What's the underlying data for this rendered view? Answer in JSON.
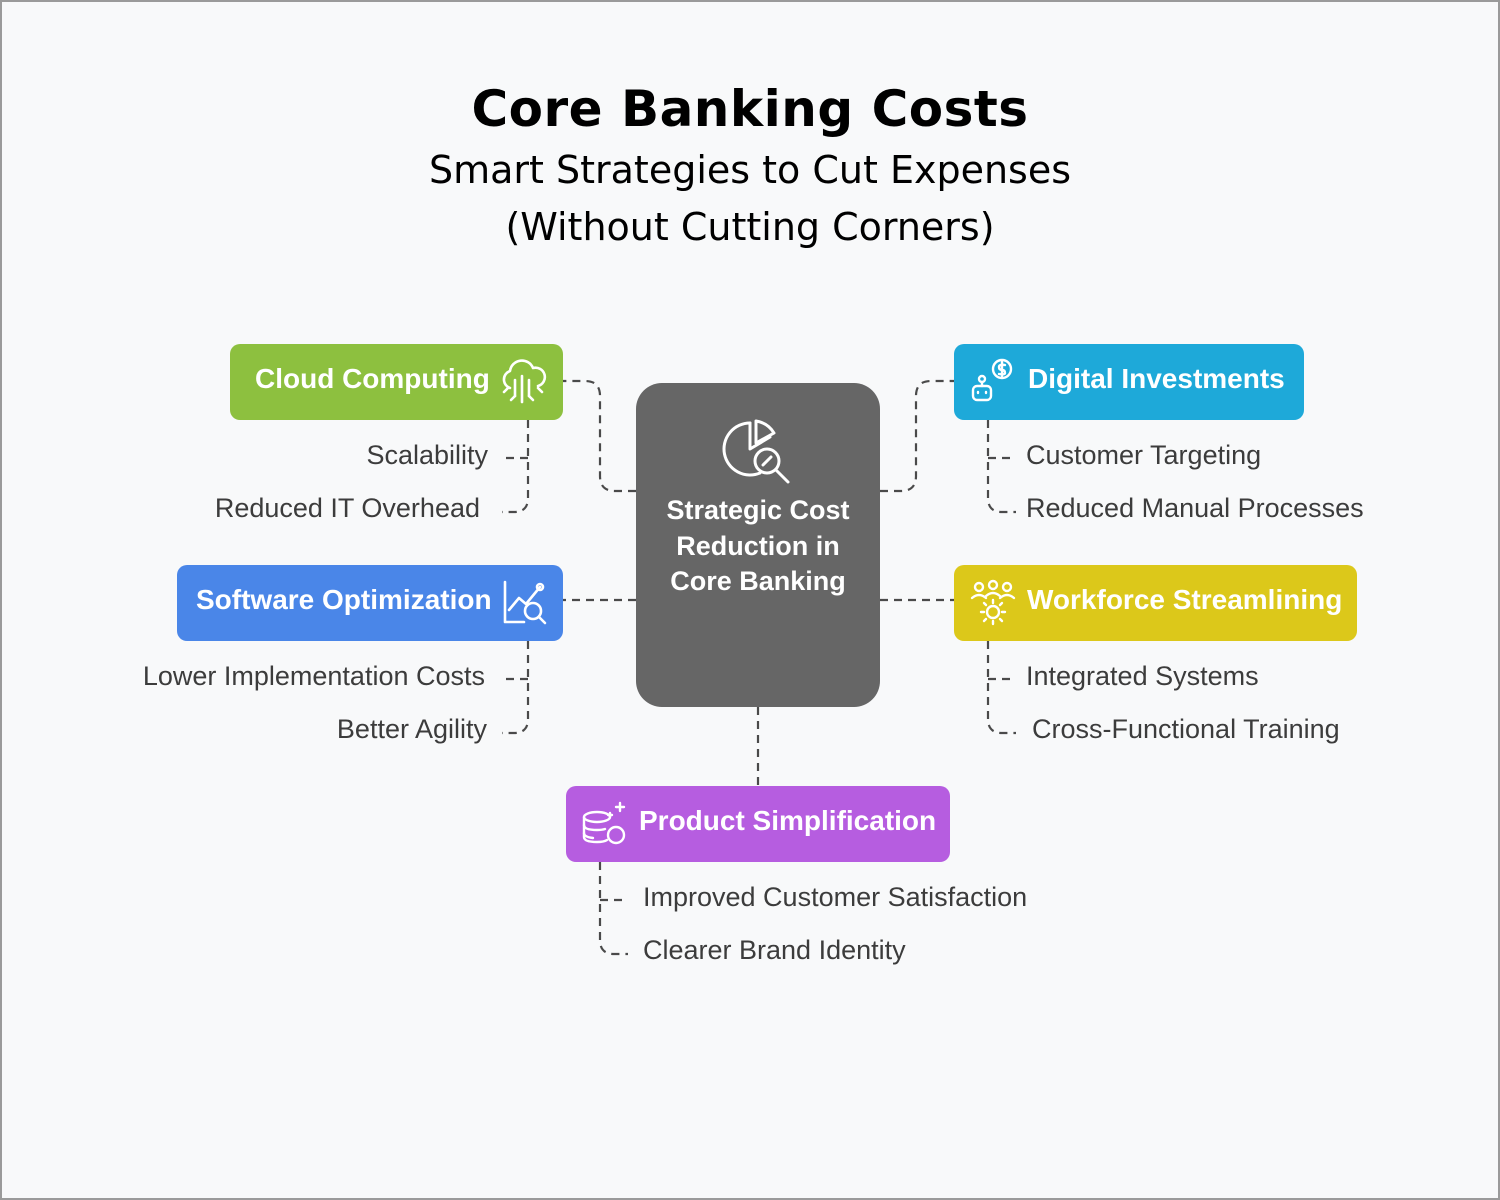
{
  "title": "Core Banking Costs",
  "subtitle_line1": "Smart Strategies to Cut Expenses",
  "subtitle_line2": "(Without Cutting Corners)",
  "center": {
    "label": "Strategic Cost Reduction in Core Banking",
    "icon": "pie-chart-magnifier-icon"
  },
  "nodes": {
    "cloud": {
      "label": "Cloud Computing",
      "icon": "cloud-circuit-icon",
      "color": "#8dc03f",
      "items": [
        "Scalability",
        "Reduced IT Overhead"
      ]
    },
    "software": {
      "label": "Software Optimization",
      "icon": "chart-magnifier-icon",
      "color": "#4a86e8",
      "items": [
        "Lower Implementation Costs",
        "Better Agility"
      ]
    },
    "digital": {
      "label": "Digital Investments",
      "icon": "robot-dollar-icon",
      "color": "#1ea9d9",
      "items": [
        "Customer Targeting",
        "Reduced Manual Processes"
      ]
    },
    "workforce": {
      "label": "Workforce Streamlining",
      "icon": "team-gear-icon",
      "color": "#dcc81a",
      "items": [
        "Integrated Systems",
        "Cross-Functional Training"
      ]
    },
    "product": {
      "label": "Product Simplification",
      "icon": "coins-sparkle-icon",
      "color": "#b65de0",
      "items": [
        "Improved Customer Satisfaction",
        "Clearer Brand Identity"
      ]
    }
  }
}
